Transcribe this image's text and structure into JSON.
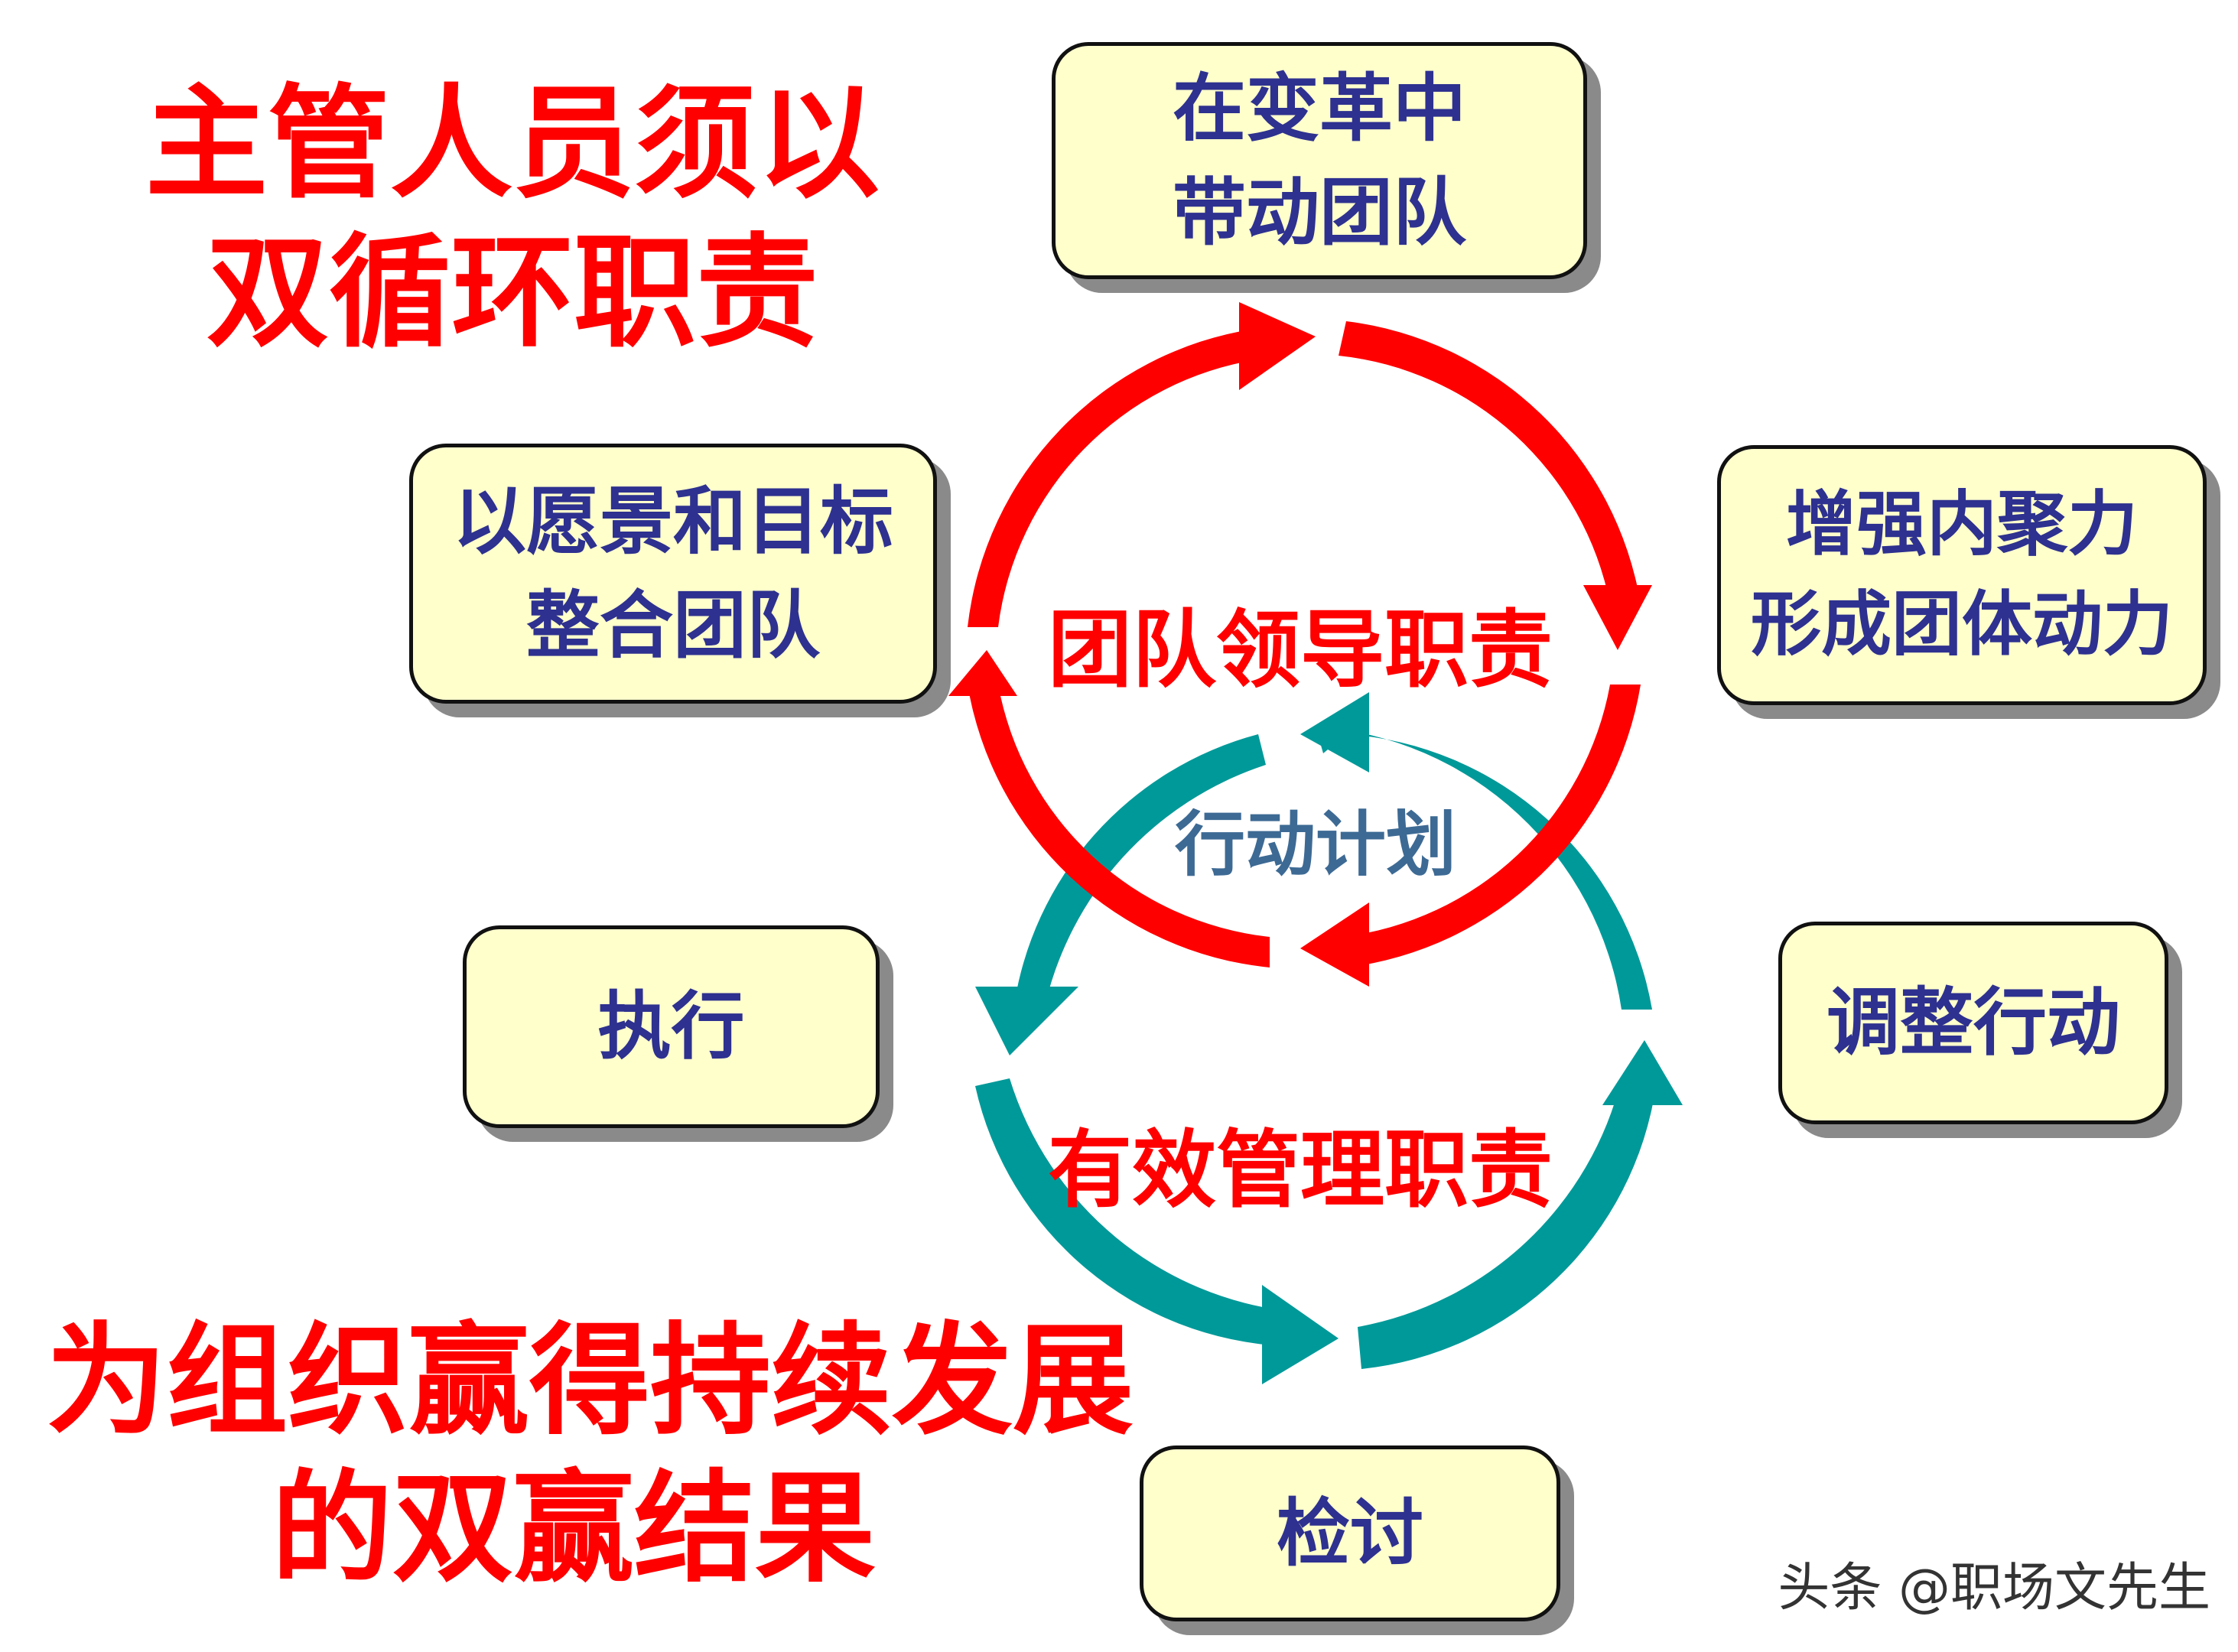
{
  "heading_top": {
    "line1": "主管人员须以",
    "line2": "双循环职责"
  },
  "heading_bottom": {
    "line1": "为组织赢得持续发展",
    "line2": "的双赢结果"
  },
  "boxes": {
    "top": {
      "line1": "在变革中",
      "line2": "带动团队"
    },
    "left": {
      "line1": "以愿景和目标",
      "line2": "整合团队"
    },
    "right": {
      "line1": "增强内聚力",
      "line2": "形成团体动力"
    },
    "execute": {
      "line1": "执行"
    },
    "adjust": {
      "line1": "调整行动"
    },
    "review": {
      "line1": "检讨"
    }
  },
  "cycles": {
    "leadership": "团队领导职责",
    "action_plan": "行动计划",
    "management": "有效管理职责"
  },
  "watermark": "头条 @职场文先生",
  "colors": {
    "heading": "#ff0000",
    "box_fill": "#ffffcc",
    "box_text": "#2e318f",
    "leadership_arrow": "#ff0000",
    "management_arrow": "#009999",
    "action_plan_text": "#3d6a94"
  }
}
